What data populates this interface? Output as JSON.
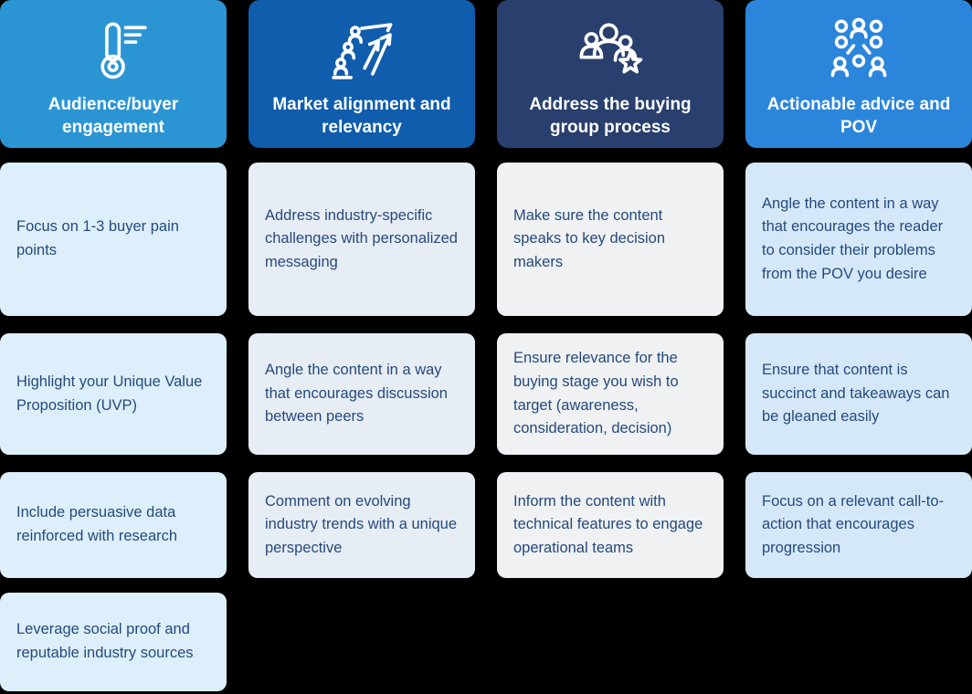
{
  "page": {
    "background_color": "#000000",
    "text_color": "#254a7d"
  },
  "columns": [
    {
      "id": "audience-buyer-engagement",
      "title": "Audience/buyer engagement",
      "icon": "thermometer-icon",
      "header_color": "#2b95d4",
      "card_color": "#ddeffb",
      "cards": [
        "Focus on 1-3 buyer pain points",
        "Highlight your Unique Value Proposition (UVP)",
        "Include persuasive data reinforced with research",
        "Leverage social proof and reputable industry sources"
      ]
    },
    {
      "id": "market-alignment-relevancy",
      "title": "Market alignment and relevancy",
      "icon": "growth-audience-arrows-icon",
      "header_color": "#0f5dac",
      "card_color": "#e7edf5",
      "cards": [
        "Address industry-specific challenges with personalized messaging",
        "Angle the content in a way that encourages discussion between peers",
        "Comment on evolving industry trends with a unique perspective"
      ]
    },
    {
      "id": "buying-group-process",
      "title": "Address the buying group process",
      "icon": "people-group-star-icon",
      "header_color": "#29406e",
      "card_color": "#eff1f2",
      "cards": [
        "Make sure the content speaks to key decision makers",
        "Ensure relevance for the buying stage you wish to target (awareness, consideration, decision)",
        "Inform the content with technical features to engage operational teams"
      ]
    },
    {
      "id": "actionable-advice-pov",
      "title": "Actionable advice and POV",
      "icon": "people-network-icon",
      "header_color": "#2b86db",
      "card_color": "#d5e8f9",
      "cards": [
        "Angle the content in a way that encourages the reader to consider their problems from the POV you desire",
        "Ensure that content is succinct and takeaways can be gleaned easily",
        "Focus on a relevant call-to-action that encourages progression"
      ]
    }
  ]
}
